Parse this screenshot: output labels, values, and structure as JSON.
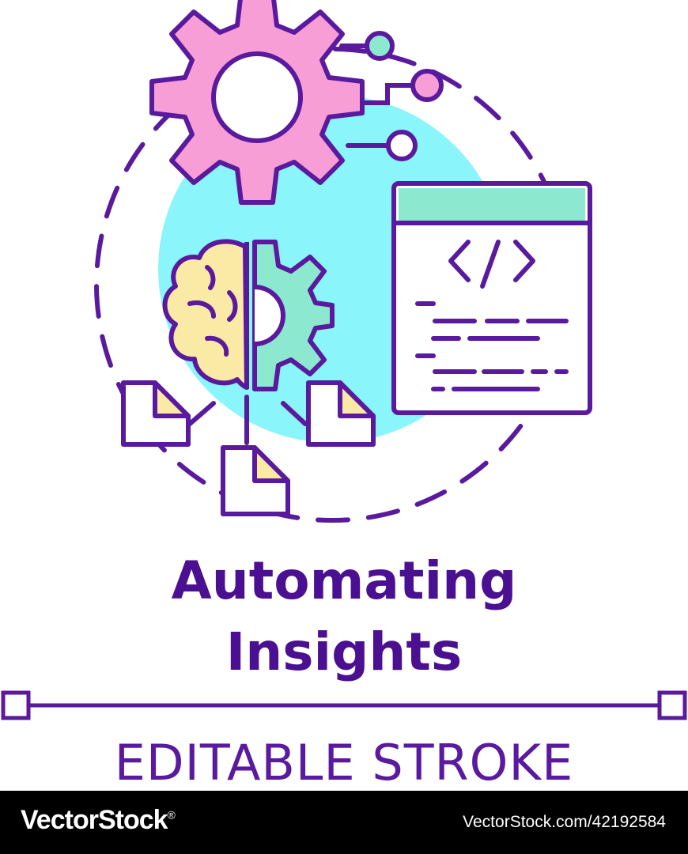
{
  "title": {
    "line1": "Automating",
    "line2": "Insights"
  },
  "subtitle": "EDITABLE STROKE",
  "code_window": {
    "glyph": "</>"
  },
  "footer": {
    "brand": "VectorStock",
    "brand_mark": "®",
    "image_id": "VectorStock.com/42192584"
  },
  "colors": {
    "outline": "#5a1a9e",
    "title": "#4b0f91",
    "gear_pink": "#f79ed6",
    "gear_green": "#8ce8cf",
    "brain_yellow": "#fbe9a6",
    "circle_cyan": "#8af5fa",
    "window_header": "#8ce8cf",
    "footer_bg": "#000000"
  },
  "icons": [
    "gear-icon",
    "brain-icon",
    "code-window-icon",
    "document-icon",
    "node-icon"
  ]
}
